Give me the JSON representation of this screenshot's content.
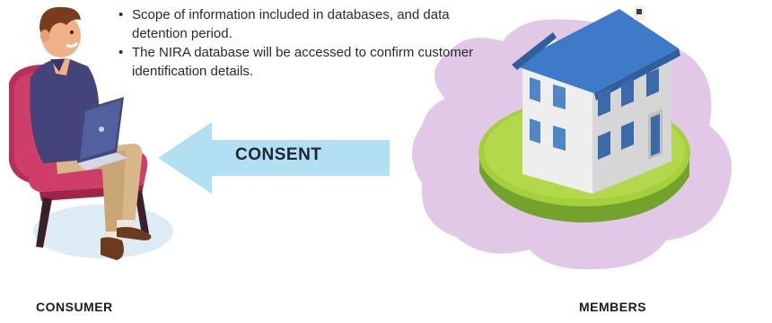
{
  "bullets": [
    "Scope of information included in databases, and data detention period.",
    "The NIRA database will be accessed to confirm customer identification details."
  ],
  "arrow": {
    "label": "CONSENT",
    "color": "#b3dff2"
  },
  "parties": {
    "left": "CONSUMER",
    "right": "MEMBERS"
  },
  "colors": {
    "cloud": "#e0c8e6",
    "platform_top": "#a5cf3b",
    "platform_side": "#74a22d",
    "roof": "#3f7ac9",
    "chair": "#cf3d6a",
    "shirt": "#44447a",
    "pants": "#d8b78a"
  },
  "icons": [
    "person-with-laptop-icon",
    "house-icon",
    "left-arrow-icon"
  ]
}
